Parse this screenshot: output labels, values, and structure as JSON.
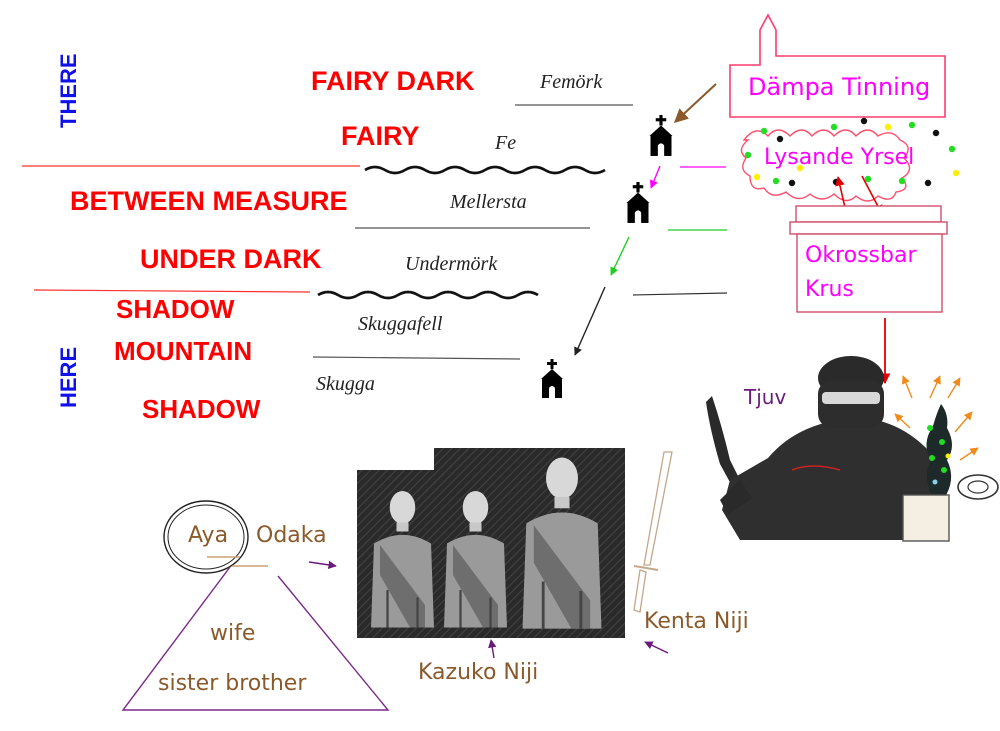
{
  "realms": {
    "there_label": "THERE",
    "here_label": "HERE",
    "levels": [
      {
        "english": "FAIRY DARK",
        "swedish": "Femörk"
      },
      {
        "english": "FAIRY",
        "swedish": "Fe"
      },
      {
        "english": "BETWEEN MEASURE",
        "swedish": "Mellersta"
      },
      {
        "english": "UNDER DARK",
        "swedish": "Undermörk"
      },
      {
        "english": "SHADOW MOUNTAIN",
        "swedish": "Skuggafell"
      },
      {
        "english": "SHADOW",
        "swedish": "Skugga"
      }
    ],
    "shadow_mountain_line1": "SHADOW",
    "shadow_mountain_line2": "MOUNTAIN"
  },
  "items": {
    "church": "Dämpa Tinning",
    "cloud": "Lysande Yrsel",
    "jar_line1": "Okrossbar",
    "jar_line2": "Krus",
    "thief": "Tjuv"
  },
  "people": {
    "aya_first": "Aya",
    "aya_last": "Odaka",
    "kenta": "Kenta Niji",
    "kazuko": "Kazuko Niji",
    "relation1": "wife",
    "relation2": "sister brother"
  },
  "colors": {
    "realm_text": "#ff0000",
    "axis_text": "#1010e8",
    "item_text": "#ff00ff",
    "person_text": "#8b5a2b",
    "thief_text": "#6a1b7a"
  }
}
